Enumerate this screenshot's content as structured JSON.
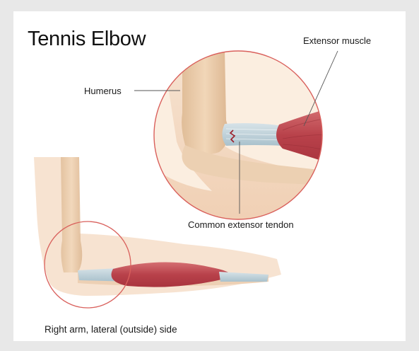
{
  "title": "Tennis Elbow",
  "labels": {
    "extensor_muscle": "Extensor muscle",
    "humerus": "Humerus",
    "common_extensor_tendon": "Common extensor tendon",
    "caption": "Right arm, lateral (outside) side"
  },
  "colors": {
    "background": "#e8e8e8",
    "panel": "#ffffff",
    "skin": "#f3d6bd",
    "bone": "#e9c9a6",
    "muscle": "#c0474f",
    "tendon": "#b9cdd6",
    "circle_outline": "#d9605c",
    "tear_mark": "#9c1f2a"
  }
}
